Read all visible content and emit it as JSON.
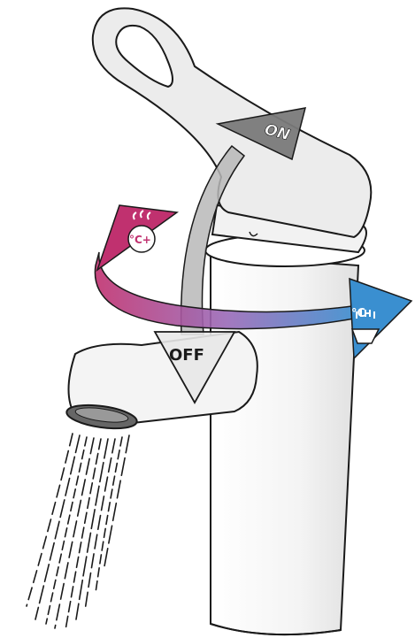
{
  "labels": {
    "on": "ON",
    "off": "OFF",
    "hot": "°C+",
    "cold": "°C-"
  },
  "colors": {
    "arrow_hot": "#c0316f",
    "arrow_mid": "#9a6ab8",
    "arrow_cold": "#3a8fd0",
    "arrow_grey": "#aaaaaa",
    "outline": "#1a1a1a",
    "body_shade": "#e8e8e8"
  }
}
